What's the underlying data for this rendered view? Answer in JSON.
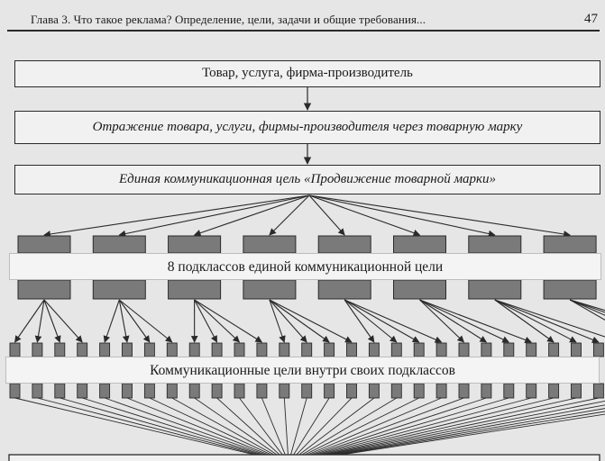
{
  "header": {
    "title": "Глава 3. Что такое реклама? Определение, цели, задачи и общие требования...",
    "page_number": "47"
  },
  "diagram": {
    "box1": "Товар, услуга, фирма-производитель",
    "box2": "Отражение товара, услуги, фирмы-производителя через товарную марку",
    "box3": "Единая коммуникационная цель «Продвижение товарной марки»",
    "band1": "8 подклассов единой коммуникационной цели",
    "band2": "Коммуникационные цели внутри своих подклассов",
    "subclass_count": 8,
    "children_per_subclass": 4
  },
  "colors": {
    "block_fill": "#7a7a7a",
    "line": "#2a2a2a",
    "background": "#e6e6e6"
  }
}
